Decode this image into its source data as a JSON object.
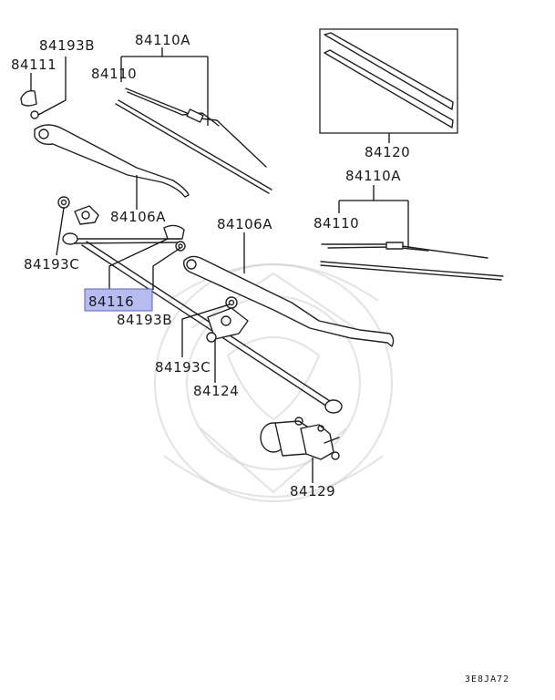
{
  "diagram": {
    "labels": {
      "p84193B_top": "84193B",
      "p84111": "84111",
      "p84110A_left": "84110A",
      "p84110_left": "84110",
      "p84120": "84120",
      "p84110A_right": "84110A",
      "p84110_right": "84110",
      "p84106A_left": "84106A",
      "p84106A_right": "84106A",
      "p84193C_left": "84193C",
      "p84116": "84116",
      "p84193B_mid": "84193B",
      "p84193C_mid": "84193C",
      "p84124": "84124",
      "p84129": "84129"
    },
    "highlight_color": "#b6bcf0",
    "diagram_code": "3E8JA72"
  }
}
